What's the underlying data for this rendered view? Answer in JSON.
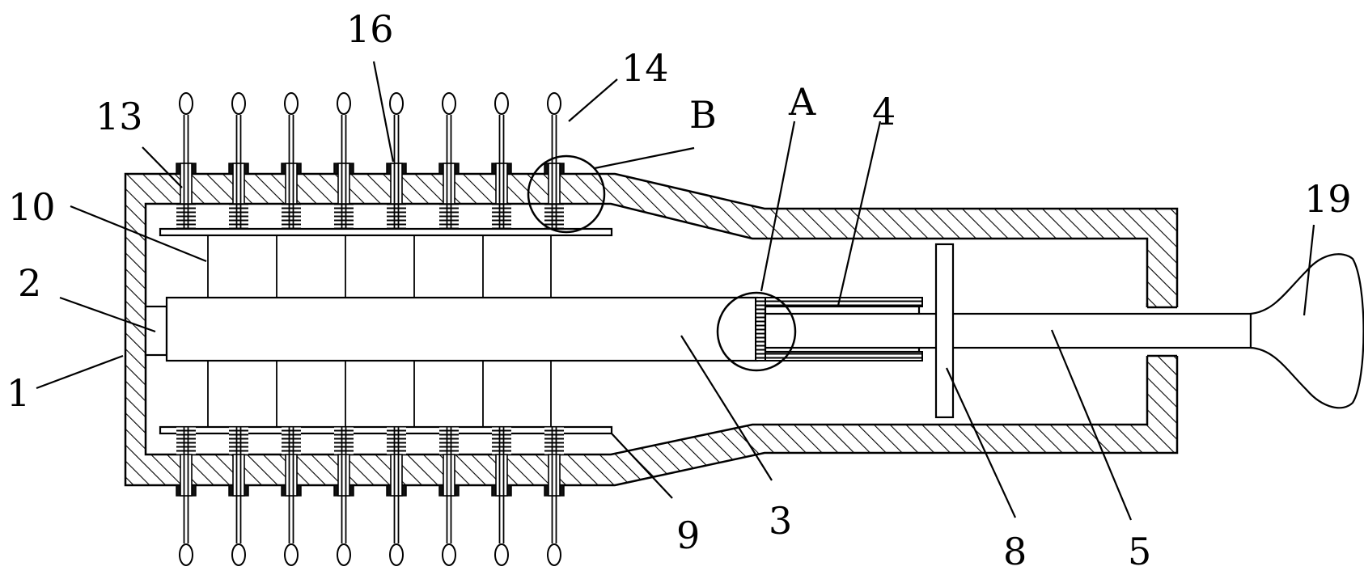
{
  "figure": {
    "labels": {
      "l1": "1",
      "l2": "2",
      "l3": "3",
      "l4": "4",
      "l5": "5",
      "l8": "8",
      "l9": "9",
      "l10": "10",
      "l13": "13",
      "l14": "14",
      "l16": "16",
      "l19": "19",
      "lA": "A",
      "lB": "B"
    }
  }
}
